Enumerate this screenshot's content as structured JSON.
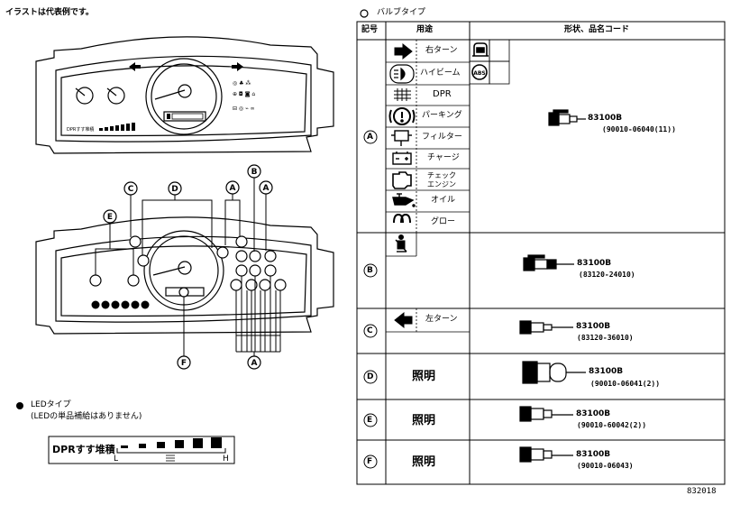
{
  "note": "イラストは代表例です。",
  "bulb_section_title": "バルブタイプ",
  "bulb_section_marker": "○",
  "table": {
    "headers": [
      "記号",
      "用途",
      "形状、品名コード"
    ],
    "groups": [
      {
        "symbol": "A",
        "uses": [
          {
            "icon": "right-arrow-icon",
            "label": "右ターン"
          },
          {
            "icon": "high-beam-icon",
            "label": "ハイビーム"
          },
          {
            "icon": "dpr-icon",
            "label": "DPR"
          },
          {
            "icon": "parking-brake-icon",
            "label": "パーキング"
          },
          {
            "icon": "filter-icon",
            "label": "フィルター"
          },
          {
            "icon": "battery-charge-icon",
            "label": "チャージ"
          },
          {
            "icon": "check-engine-icon",
            "label": "チェック\nエンジン"
          },
          {
            "icon": "oil-pressure-icon",
            "label": "オイル"
          },
          {
            "icon": "glow-plug-icon",
            "label": "グロー"
          }
        ],
        "extra_icons": [
          "door-ajar-icon",
          "abs-icon"
        ],
        "part_no": "83100B",
        "part_code": "(90010-06040(11))"
      },
      {
        "symbol": "B",
        "uses": [
          {
            "icon": "seatbelt-icon",
            "label": ""
          }
        ],
        "part_no": "83100B",
        "part_code": "(83120-24010)"
      },
      {
        "symbol": "C",
        "uses": [
          {
            "icon": "left-arrow-icon",
            "label": "左ターン"
          }
        ],
        "part_no": "83100B",
        "part_code": "(83120-36010)"
      },
      {
        "symbol": "D",
        "use_label": "照明",
        "part_no": "83100B",
        "part_code": "(90010-06041(2))"
      },
      {
        "symbol": "E",
        "use_label": "照明",
        "part_no": "83100B",
        "part_code": "(90010-60042(2))"
      },
      {
        "symbol": "F",
        "use_label": "照明",
        "part_no": "83100B",
        "part_code": "(90010-06043)"
      }
    ]
  },
  "led": {
    "marker": "●",
    "title": "LEDタイプ",
    "subtitle": "(LEDの単品補給はありません)",
    "gauge_label": "DPRすす堆積",
    "low": "L",
    "high": "H"
  },
  "cluster_callouts": [
    "C",
    "D",
    "B",
    "A",
    "A",
    "E",
    "F",
    "A"
  ],
  "cluster_small_label": "DPRすす堆積",
  "figure_number": "832018"
}
